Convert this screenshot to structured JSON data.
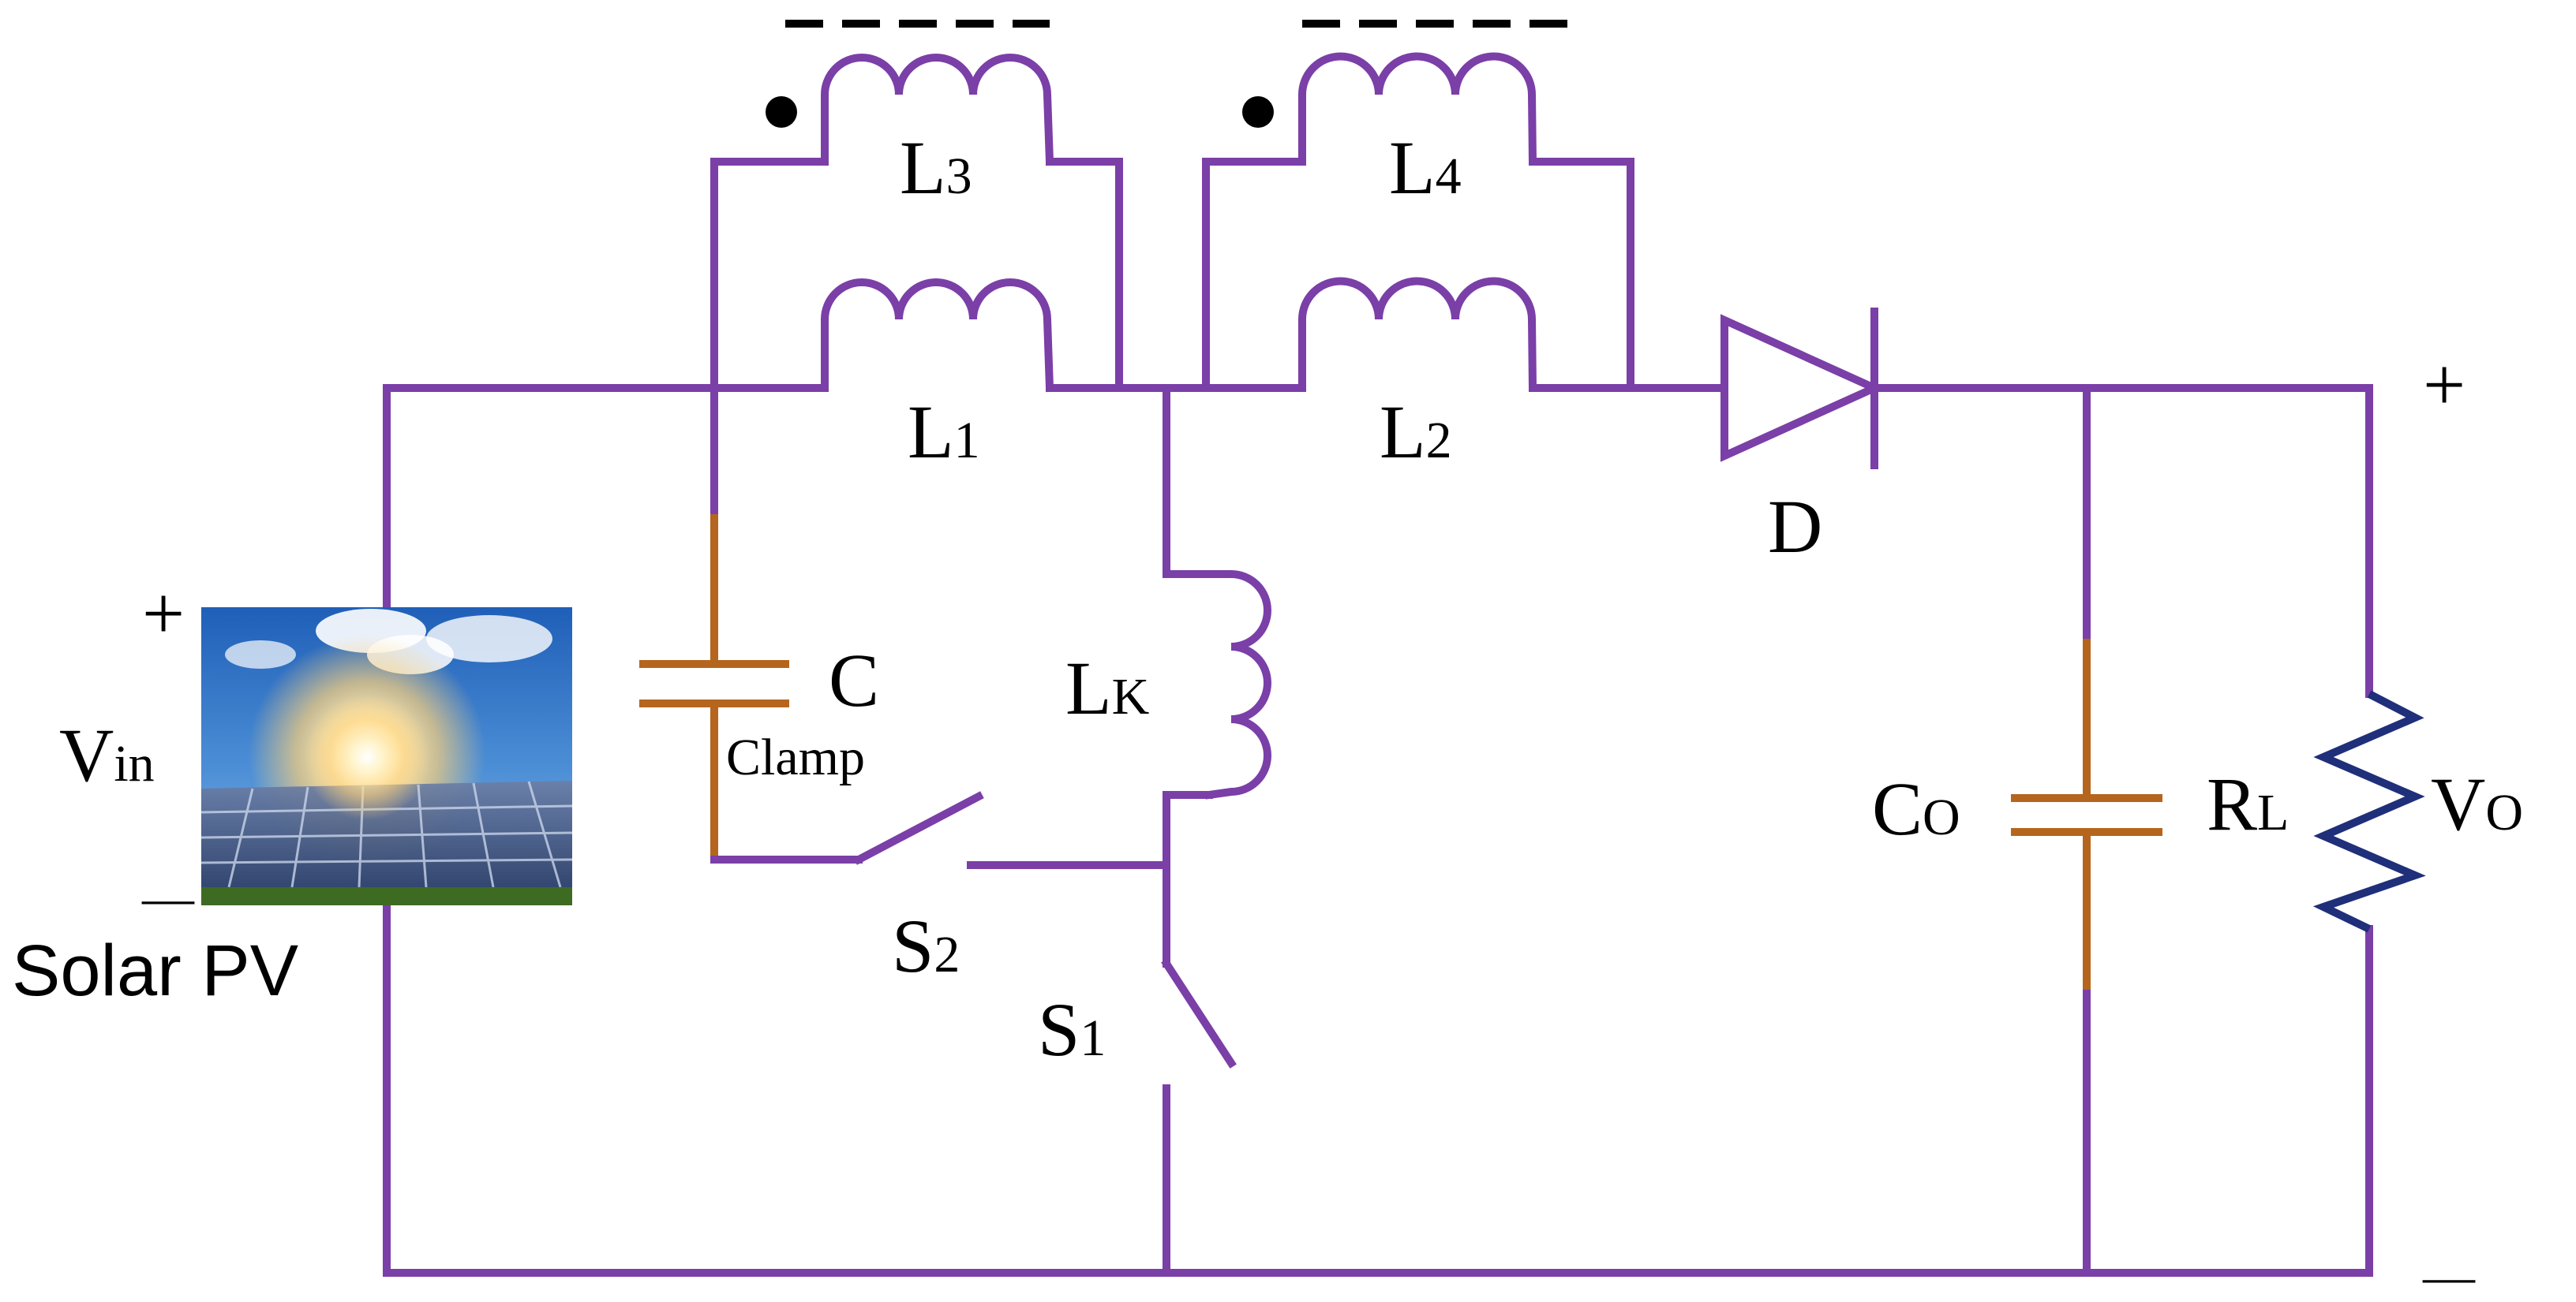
{
  "labels": {
    "l3": "L",
    "l3_sub": "3",
    "l4": "L",
    "l4_sub": "4",
    "l1": "L",
    "l1_sub": "1",
    "l2": "L",
    "l2_sub": "2",
    "lk": "L",
    "lk_sub": "K",
    "d": "D",
    "c": "C",
    "c_sub": "Clamp",
    "s2": "S",
    "s2_sub": "2",
    "s1": "S",
    "s1_sub": "1",
    "co": "C",
    "co_sub": "O",
    "rl": "R",
    "rl_sub": "L",
    "vo": "V",
    "vo_sub": "O",
    "vin": "V",
    "vin_sub": "in",
    "pv_plus": "+",
    "pv_minus": "—",
    "solar_pv": "Solar PV",
    "out_plus": "+",
    "out_minus": "—"
  },
  "colors": {
    "wire": "#7B3FA8",
    "capacitor": "#B5651D",
    "resistor": "#1F2F7A"
  }
}
